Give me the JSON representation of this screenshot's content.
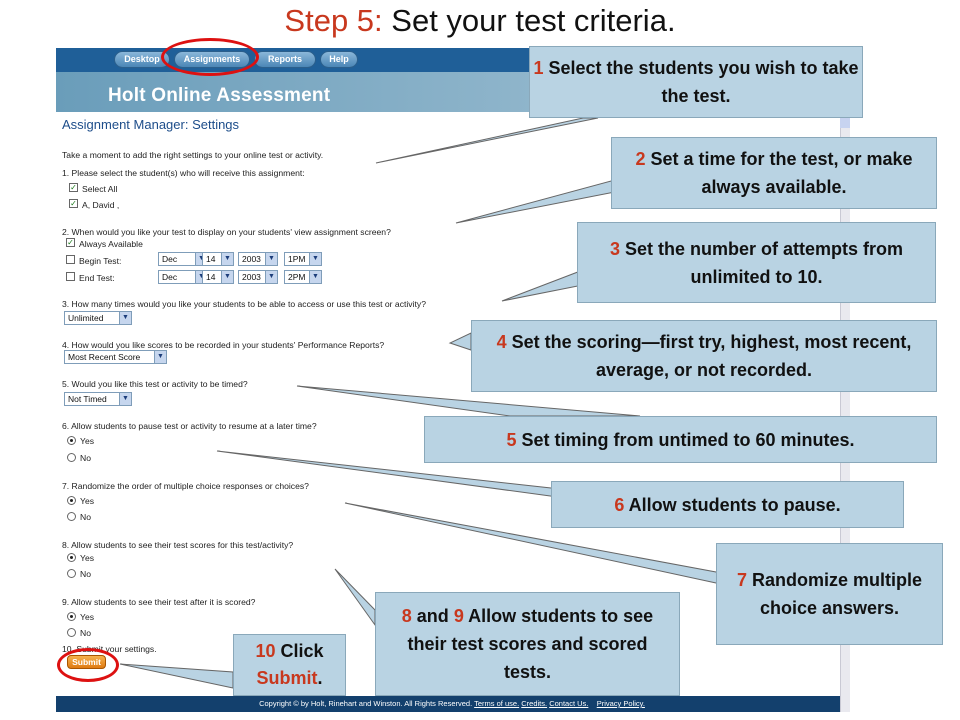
{
  "slide": {
    "title_step": "Step 5:",
    "title_rest": " Set your test criteria."
  },
  "app": {
    "nav": [
      "Desktop",
      "Assignments",
      "Reports",
      "Help"
    ],
    "brand": "Holt Online Assessment",
    "section_title": "Assignment Manager: Settings",
    "intro": "Take a moment to add the right settings to your online test or activity.",
    "q1": "1. Please select the student(s) who will receive this assignment:",
    "select_all": "Select All",
    "student_name": "A, David ,",
    "q2": "2. When would you like your test to display on your students' view assignment screen?",
    "always_available": "Always Available",
    "begin_test": "Begin Test:",
    "end_test": "End Test:",
    "begin": {
      "month": "Dec",
      "day": "14",
      "year": "2003",
      "time": "1PM"
    },
    "end": {
      "month": "Dec",
      "day": "14",
      "year": "2003",
      "time": "2PM"
    },
    "q3": "3. How many times would you like your students to be able to access or use this test or activity?",
    "attempts": "Unlimited",
    "q4": "4. How would you like scores to be recorded in your students' Performance Reports?",
    "scoring": "Most Recent Score",
    "q5": "5. Would you like this test or activity to be timed?",
    "timing": "Not Timed",
    "q6": "6. Allow students to pause test or activity to resume at a later time?",
    "q7": "7. Randomize the order of multiple choice responses or choices?",
    "q8": "8. Allow students to see their test scores for this test/activity?",
    "q9": "9. Allow students to see their test after it is scored?",
    "q10": "10. Submit your settings.",
    "yes": "Yes",
    "no": "No",
    "submit": "Submit",
    "footer": {
      "copyright": "Copyright © by Holt, Rinehart and Winston. All Rights Reserved.",
      "terms": "Terms of use.",
      "credits": "Credits.",
      "contact": "Contact Us.",
      "privacy": "Privacy Policy."
    }
  },
  "callouts": {
    "c1": {
      "num": "1",
      "text": "  Select the students you wish to take the test."
    },
    "c2": {
      "num": "2",
      "text": "  Set a time for the test, or make always available."
    },
    "c3": {
      "num": "3",
      "text": "  Set the number of attempts from unlimited to 10."
    },
    "c4": {
      "num": "4",
      "text": "  Set the scoring—first try, highest, most recent, average, or not recorded."
    },
    "c5": {
      "num": "5",
      "text": "  Set timing from untimed to 60 minutes."
    },
    "c6": {
      "num": "6",
      "text": "  Allow students to pause."
    },
    "c7": {
      "num": "7",
      "text": "  Randomize multiple choice answers."
    },
    "c8": {
      "num": "8",
      "mid": " and ",
      "num2": "9",
      "text": "  Allow students to see their test scores and scored tests."
    },
    "c10": {
      "num": "10",
      "text": "  Click ",
      "submit": "Submit",
      "end": "."
    }
  },
  "colors": {
    "accent": "#c8381e",
    "callout_bg": "#b9d3e3",
    "nav_bg": "#1f5f98",
    "footer_bg": "#13406d"
  }
}
